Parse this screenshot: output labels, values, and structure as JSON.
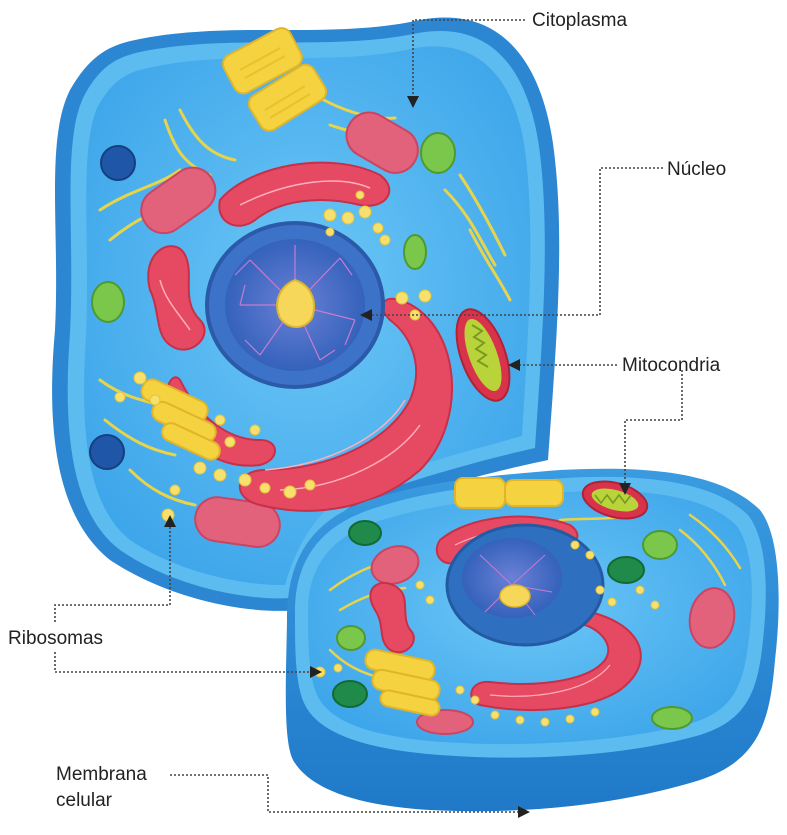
{
  "diagram": {
    "labels": {
      "citoplasma": "Citoplasma",
      "nucleo": "Núcleo",
      "mitocondria": "Mitocondria",
      "ribosomas": "Ribosomas",
      "membrana_line1": "Membrana",
      "membrana_line2": "celular"
    }
  },
  "colors": {
    "membrane_outer": "#2f8fd6",
    "membrane_inner": "#5bb8ee",
    "cytoplasm": "#46aef0",
    "nucleus": "#2f6fc0",
    "nucleolus": "#f6d75a",
    "reticulum": "#e64a63",
    "mitochondria_outer": "#d8334a",
    "mitochondria_inner": "#b9d43a",
    "golgi": "#f5cf3a",
    "vesicle_green": "#79c24a",
    "vesicle_dark_blue": "#1f56a8",
    "lysosome_pink": "#e0607a",
    "ribosome": "#f9e37a",
    "leader_line": "#444444"
  }
}
